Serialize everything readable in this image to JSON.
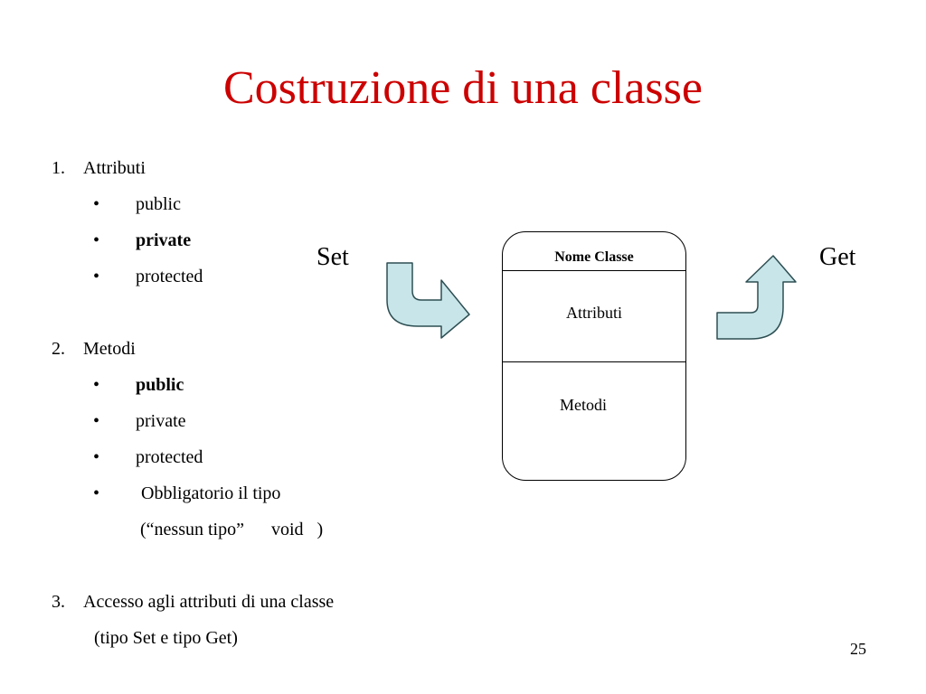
{
  "slide": {
    "title": "Costruzione di una classe",
    "title_color": "#cc0000",
    "page_number": "25"
  },
  "content": {
    "attributi": {
      "number": "1.",
      "label": "Attributi",
      "items": [
        "public",
        "private",
        "protected"
      ]
    },
    "metodi": {
      "number": "2.",
      "label": "Metodi",
      "items": [
        "public",
        "private",
        "protected",
        "Obbligatorio il tipo"
      ],
      "note": "(“nessun tipo”      void   )"
    },
    "accesso": {
      "number": "3.",
      "label": "Accesso agli attributi di una classe",
      "note": "(tipo Set e tipo Get)"
    },
    "bullet": "•"
  },
  "diagram": {
    "set_label": "Set",
    "get_label": "Get",
    "box": {
      "header": "Nome Classe",
      "attributes_label": "Attributi",
      "methods_label": "Metodi"
    },
    "arrow_fill": "#c8e6ea",
    "arrow_stroke": "#2d4e52"
  }
}
